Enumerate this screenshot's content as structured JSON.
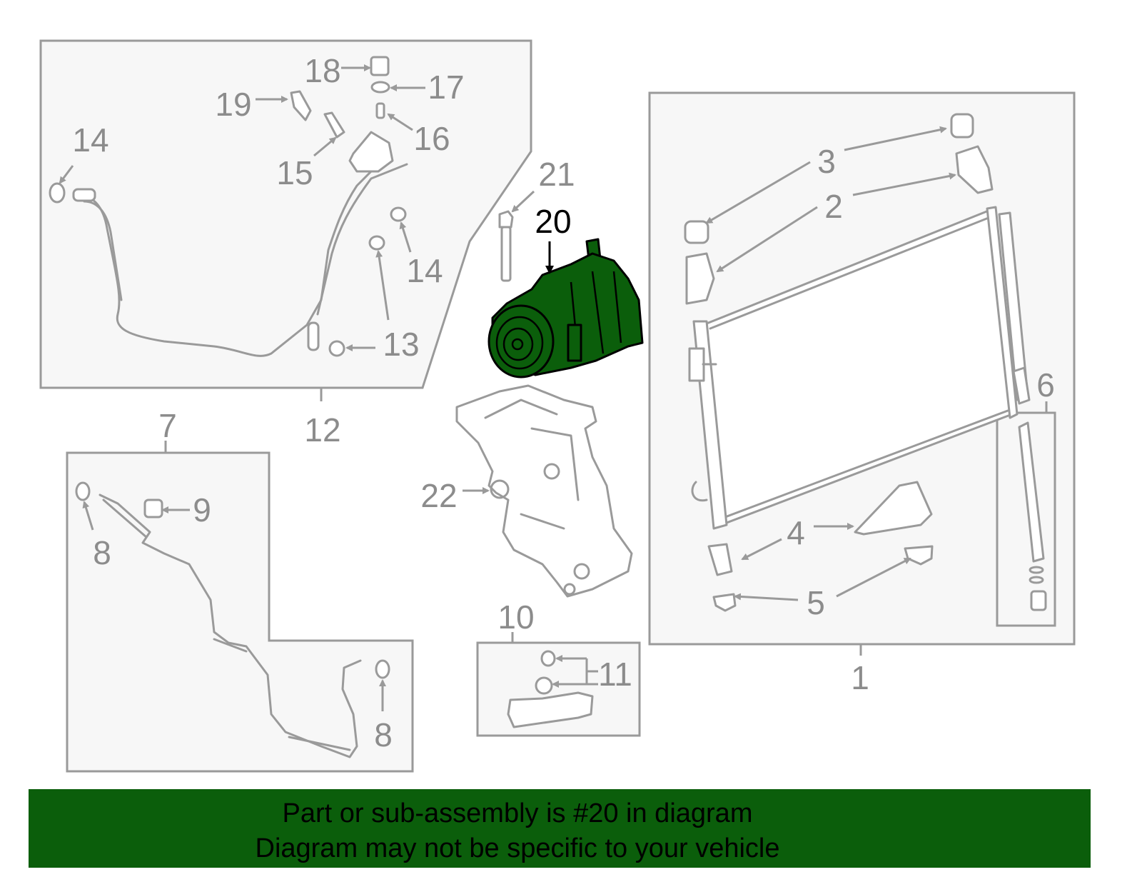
{
  "diagram": {
    "highlight_color": "#0b5e0b",
    "callouts": {
      "c1": "1",
      "c2": "2",
      "c3": "3",
      "c4": "4",
      "c5": "5",
      "c6": "6",
      "c7": "7",
      "c8a": "8",
      "c8b": "8",
      "c9": "9",
      "c10": "10",
      "c11": "11",
      "c12": "12",
      "c13": "13",
      "c14a": "14",
      "c14b": "14",
      "c15": "15",
      "c16": "16",
      "c17": "17",
      "c18": "18",
      "c19": "19",
      "c20": "20",
      "c21": "21",
      "c22": "22"
    },
    "highlighted_part": "20"
  },
  "banner": {
    "line1": "Part or sub-assembly is #20 in diagram",
    "line2": "Diagram may not be specific to your vehicle"
  }
}
